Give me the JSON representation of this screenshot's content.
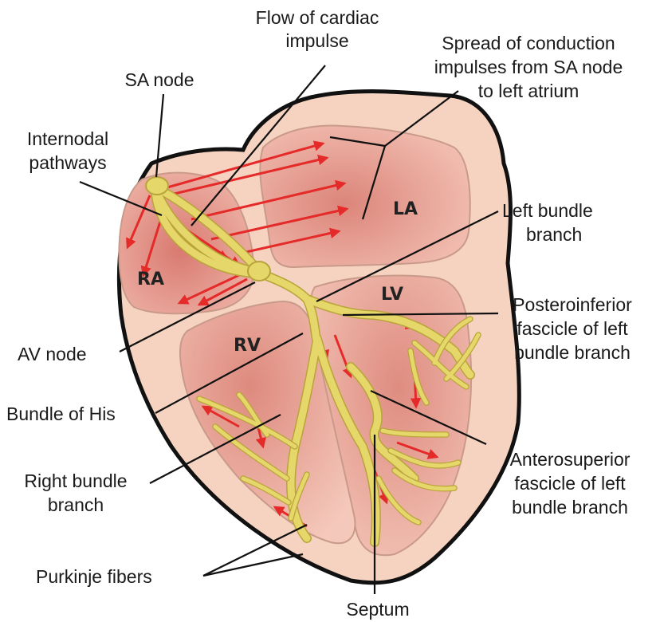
{
  "labels": {
    "flow_of_cardiac_impulse": [
      "Flow of cardiac",
      "impulse"
    ],
    "spread_of_conduction": [
      "Spread of conduction",
      "impulses from SA node",
      "to left atrium"
    ],
    "sa_node": "SA node",
    "internodal_pathways": [
      "Internodal",
      "pathways"
    ],
    "left_bundle_branch": [
      "Left bundle",
      "branch"
    ],
    "posteroinferior_fascicle": [
      "Posteroinferior",
      "fascicle of left",
      "bundle branch"
    ],
    "av_node": "AV node",
    "bundle_of_his": "Bundle of His",
    "right_bundle_branch": [
      "Right bundle",
      "branch"
    ],
    "anterosuperior_fascicle": [
      "Anterosuperior",
      "fascicle of left",
      "bundle branch"
    ],
    "purkinje_fibers": "Purkinje fibers",
    "septum": "Septum"
  },
  "chambers": {
    "la": "LA",
    "ra": "RA",
    "lv": "LV",
    "rv": "RV"
  },
  "colors": {
    "heart_outer": "#f6d3c0",
    "chamber_fill": "#e89e92",
    "conduction_fill": "#e6d76a",
    "arrow": "#e52a2a",
    "outline": "#111111"
  }
}
